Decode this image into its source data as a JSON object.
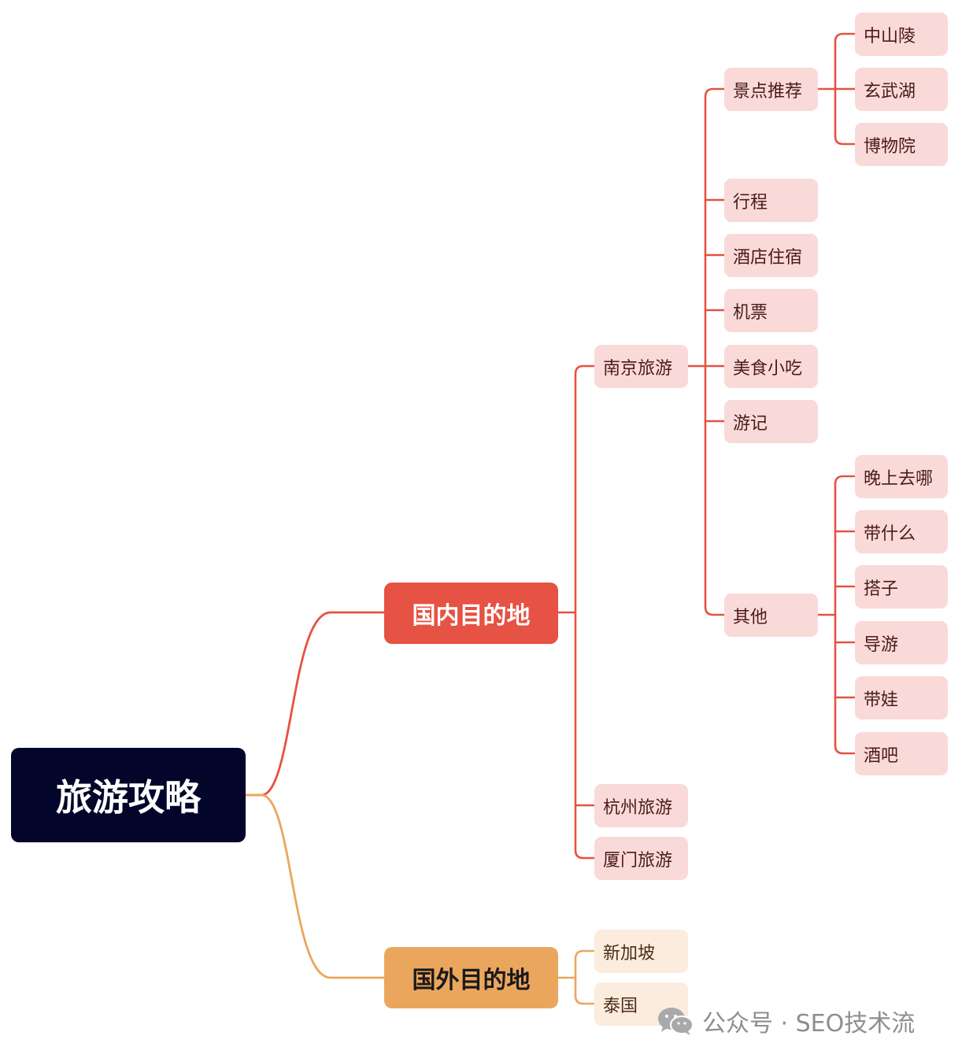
{
  "root": {
    "label": "旅游攻略"
  },
  "domestic": {
    "label": "国内目的地",
    "color": "#e65243",
    "nanjing": {
      "label": "南京旅游",
      "attractions": {
        "label": "景点推荐",
        "items": [
          "中山陵",
          "玄武湖",
          "博物院"
        ]
      },
      "itinerary": "行程",
      "hotel": "酒店住宿",
      "flight": "机票",
      "food": "美食小吃",
      "travelogue": "游记",
      "other": {
        "label": "其他",
        "items": [
          "晚上去哪",
          "带什么",
          "搭子",
          "导游",
          "带娃",
          "酒吧"
        ]
      }
    },
    "hangzhou": "杭州旅游",
    "xiamen": "厦门旅游"
  },
  "international": {
    "label": "国外目的地",
    "color": "#eba65e",
    "items": [
      "新加坡",
      "泰国"
    ]
  },
  "watermark": {
    "text": "公众号 · SEO技术流",
    "icon": "wechat-icon"
  }
}
